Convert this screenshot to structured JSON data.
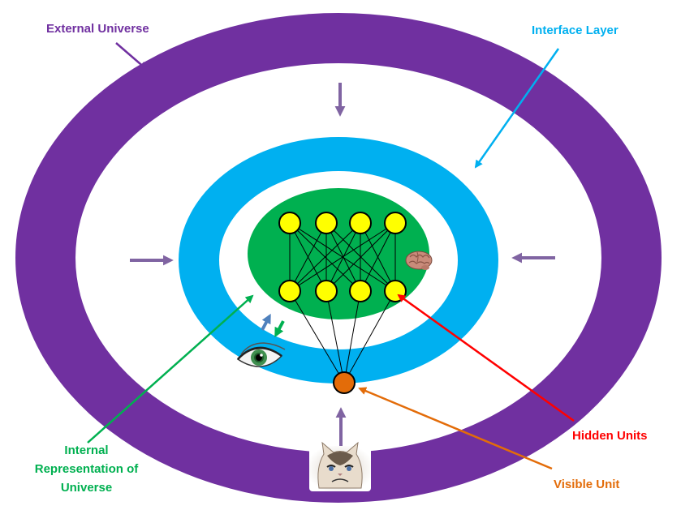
{
  "labels": {
    "external_universe": "External Universe",
    "interface_layer": "Interface Layer",
    "hidden_units": "Hidden Units",
    "visible_unit": "Visible Unit",
    "internal_line1": "Internal",
    "internal_line2": "Representation of",
    "internal_line3": "Universe"
  },
  "colors": {
    "external": "#7030a0",
    "interface": "#00b0f0",
    "internal": "#00b050",
    "hidden": "#ff0000",
    "visible": "#e36c09",
    "unit_fill": "#ffff00",
    "inward_arrow": "#8064a2"
  },
  "network": {
    "hidden_layer_count": 2,
    "units_per_layer": 4,
    "visible_units": 1
  },
  "icons": [
    "brain-icon",
    "eye-icon",
    "grumpy-cat-icon"
  ]
}
